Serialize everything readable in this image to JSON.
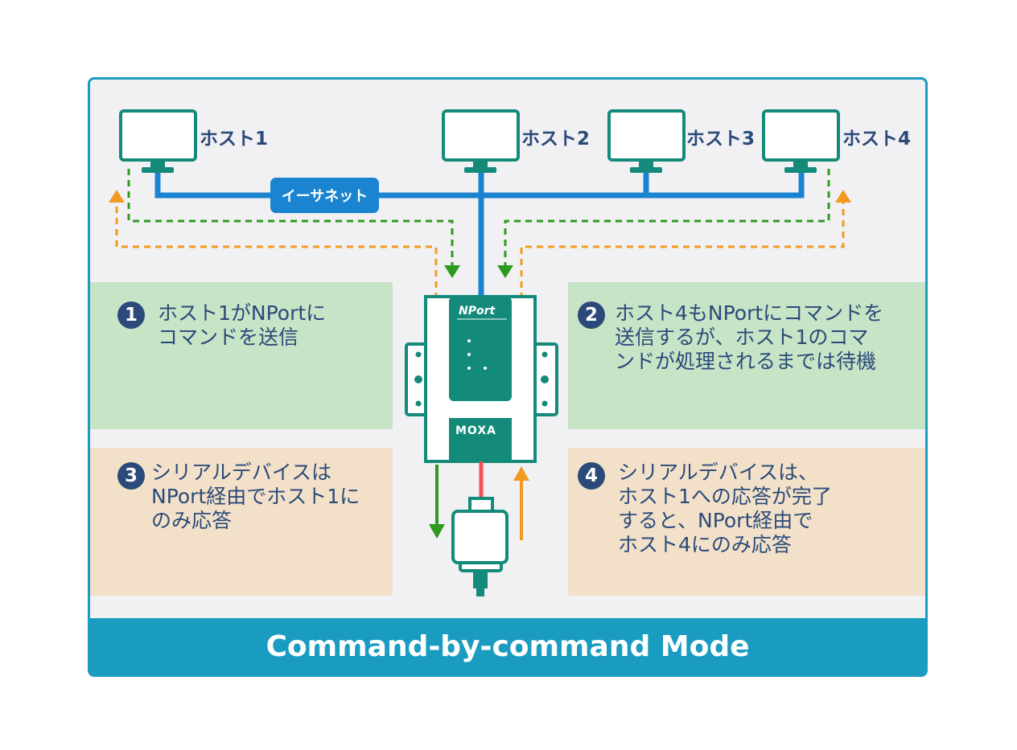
{
  "hosts": [
    {
      "label": "ホスト1"
    },
    {
      "label": "ホスト2"
    },
    {
      "label": "ホスト3"
    },
    {
      "label": "ホスト4"
    }
  ],
  "ethernet_label": "イーサネット",
  "device": {
    "nport_logo": "NPort",
    "moxa_logo": "MOXA"
  },
  "steps": [
    {
      "number": "1",
      "text": "ホスト1がNPortに\nコマンドを送信"
    },
    {
      "number": "2",
      "text": "ホスト4もNPortにコマンドを\n送信するが、ホスト1のコマ\nンドが処理されるまでは待機"
    },
    {
      "number": "3",
      "text": "シリアルデバイスは\nNPort経由でホスト1に\nのみ応答"
    },
    {
      "number": "4",
      "text": "シリアルデバイスは、\nホスト1への応答が完了\nすると、NPort経由で\nホスト4にのみ応答"
    }
  ],
  "footer_title": "Command-by-command Mode",
  "colors": {
    "teal": "#148a7a",
    "ethernet_blue": "#1a84d0",
    "frame_blue": "#1a9cc1",
    "green_arrow": "#2e9a1e",
    "orange_arrow": "#f29a1f",
    "serial_red": "#f05050",
    "step_green_bg": "#c8e4c6",
    "step_beige_bg": "#f2e1c8",
    "text_navy": "#2b4a7a"
  }
}
